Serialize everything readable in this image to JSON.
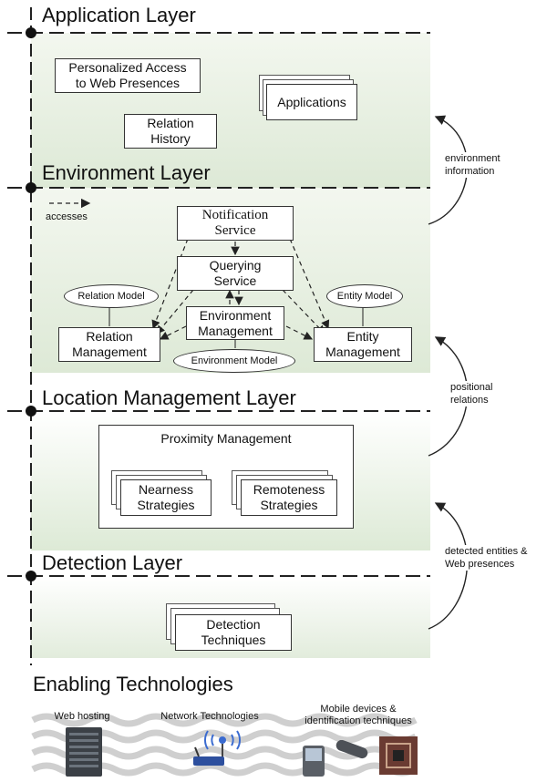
{
  "layers": {
    "application": "Application Layer",
    "environment": "Environment Layer",
    "location": "Location Management Layer",
    "detection": "Detection Layer",
    "enabling": "Enabling Technologies"
  },
  "application": {
    "personalized_line1": "Personalized Access",
    "personalized_line2": "to Web Presences",
    "relation_history_line1": "Relation",
    "relation_history_line2": "History",
    "applications": "Applications"
  },
  "environment": {
    "legend_accesses": "accesses",
    "notification_line1": "Notification",
    "notification_line2": "Service",
    "querying_line1": "Querying",
    "querying_line2": "Service",
    "env_mgmt_line1": "Environment",
    "env_mgmt_line2": "Management",
    "relation_mgmt_line1": "Relation",
    "relation_mgmt_line2": "Management",
    "entity_mgmt_line1": "Entity",
    "entity_mgmt_line2": "Management",
    "relation_model": "Relation Model",
    "entity_model": "Entity Model",
    "environment_model": "Environment Model"
  },
  "location": {
    "proximity": "Proximity Management",
    "nearness_line1": "Nearness",
    "nearness_line2": "Strategies",
    "remoteness_line1": "Remoteness",
    "remoteness_line2": "Strategies"
  },
  "detection": {
    "techniques_line1": "Detection",
    "techniques_line2": "Techniques"
  },
  "side_labels": {
    "environment_information_line1": "environment",
    "environment_information_line2": "information",
    "positional_line1": "positional",
    "positional_line2": "relations",
    "detected_line1": "detected entities &",
    "detected_line2": "Web presences"
  },
  "enabling": {
    "web_hosting": "Web hosting",
    "network": "Network Technologies",
    "mobile_line1": "Mobile devices &",
    "mobile_line2": "identification techniques"
  },
  "icons": [
    "server-icon",
    "wireless-router-icon",
    "mobile-phone-icon",
    "rfid-chip-icon"
  ]
}
